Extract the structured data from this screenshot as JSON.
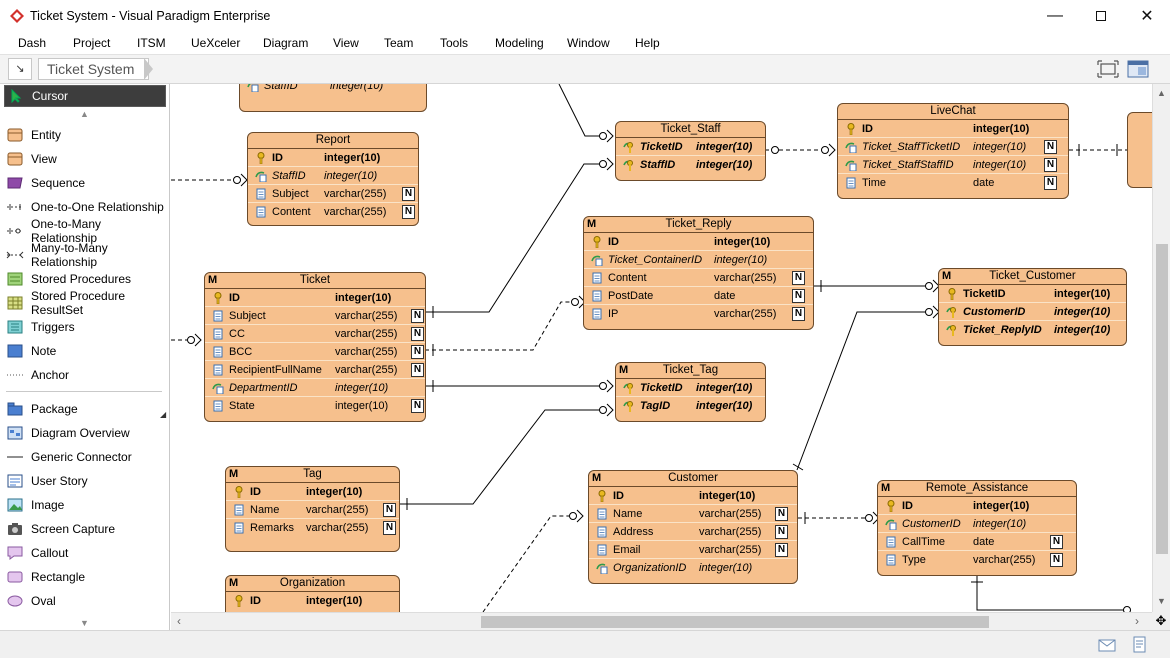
{
  "window": {
    "title": "Ticket System - Visual Paradigm Enterprise"
  },
  "menu": [
    "Dash",
    "Project",
    "ITSM",
    "UeXceler",
    "Diagram",
    "View",
    "Team",
    "Tools",
    "Modeling",
    "Window",
    "Help"
  ],
  "breadcrumb": {
    "label": "Ticket System"
  },
  "palette": [
    {
      "label": "Cursor",
      "icon": "cursor-icon",
      "selected": true
    },
    {
      "label": "Entity",
      "icon": "entity-icon"
    },
    {
      "label": "View",
      "icon": "view-icon"
    },
    {
      "label": "Sequence",
      "icon": "sequence-icon"
    },
    {
      "label": "One-to-One Relationship",
      "icon": "one-to-one-icon"
    },
    {
      "label": "One-to-Many Relationship",
      "icon": "one-to-many-icon"
    },
    {
      "label": "Many-to-Many Relationship",
      "icon": "many-to-many-icon"
    },
    {
      "label": "Stored Procedures",
      "icon": "stored-procedures-icon"
    },
    {
      "label": "Stored Procedure ResultSet",
      "icon": "resultset-icon"
    },
    {
      "label": "Triggers",
      "icon": "triggers-icon"
    },
    {
      "label": "Note",
      "icon": "note-icon"
    },
    {
      "label": "Anchor",
      "icon": "anchor-icon"
    },
    {
      "label": "Package",
      "icon": "package-icon"
    },
    {
      "label": "Diagram Overview",
      "icon": "diagram-overview-icon"
    },
    {
      "label": "Generic Connector",
      "icon": "generic-connector-icon"
    },
    {
      "label": "User Story",
      "icon": "user-story-icon"
    },
    {
      "label": "Image",
      "icon": "image-icon"
    },
    {
      "label": "Screen Capture",
      "icon": "screen-capture-icon"
    },
    {
      "label": "Callout",
      "icon": "callout-icon"
    },
    {
      "label": "Rectangle",
      "icon": "rectangle-icon"
    },
    {
      "label": "Oval",
      "icon": "oval-icon"
    }
  ],
  "entities": {
    "stafftop": {
      "title": "",
      "m": false,
      "rows": [
        {
          "k": "fk",
          "n": "StaffID",
          "t": "integer(10)",
          "nn": false
        }
      ]
    },
    "report": {
      "title": "Report",
      "m": false,
      "rows": [
        {
          "k": "pk",
          "n": "ID",
          "t": "integer(10)",
          "nn": false
        },
        {
          "k": "fk",
          "n": "StaffID",
          "t": "integer(10)",
          "nn": false
        },
        {
          "k": "col",
          "n": "Subject",
          "t": "varchar(255)",
          "nn": true
        },
        {
          "k": "col",
          "n": "Content",
          "t": "varchar(255)",
          "nn": true
        }
      ]
    },
    "ticket": {
      "title": "Ticket",
      "m": true,
      "rows": [
        {
          "k": "pk",
          "n": "ID",
          "t": "integer(10)",
          "nn": false
        },
        {
          "k": "col",
          "n": "Subject",
          "t": "varchar(255)",
          "nn": true
        },
        {
          "k": "col",
          "n": "CC",
          "t": "varchar(255)",
          "nn": true
        },
        {
          "k": "col",
          "n": "BCC",
          "t": "varchar(255)",
          "nn": true
        },
        {
          "k": "col",
          "n": "RecipientFullName",
          "t": "varchar(255)",
          "nn": true
        },
        {
          "k": "fk",
          "n": "DepartmentID",
          "t": "integer(10)",
          "nn": false
        },
        {
          "k": "col",
          "n": "State",
          "t": "integer(10)",
          "nn": true
        }
      ]
    },
    "tag": {
      "title": "Tag",
      "m": true,
      "rows": [
        {
          "k": "pk",
          "n": "ID",
          "t": "integer(10)",
          "nn": false
        },
        {
          "k": "col",
          "n": "Name",
          "t": "varchar(255)",
          "nn": true
        },
        {
          "k": "col",
          "n": "Remarks",
          "t": "varchar(255)",
          "nn": true
        }
      ]
    },
    "organization": {
      "title": "Organization",
      "m": true,
      "rows": [
        {
          "k": "pk",
          "n": "ID",
          "t": "integer(10)",
          "nn": false
        }
      ]
    },
    "ticket_staff": {
      "title": "Ticket_Staff",
      "m": false,
      "rows": [
        {
          "k": "pkfk",
          "n": "TicketID",
          "t": "integer(10)",
          "nn": false
        },
        {
          "k": "pkfk",
          "n": "StaffID",
          "t": "integer(10)",
          "nn": false
        }
      ]
    },
    "livechat": {
      "title": "LiveChat",
      "m": false,
      "rows": [
        {
          "k": "pk",
          "n": "ID",
          "t": "integer(10)",
          "nn": false
        },
        {
          "k": "fk",
          "n": "Ticket_StaffTicketID",
          "t": "integer(10)",
          "nn": true
        },
        {
          "k": "fk",
          "n": "Ticket_StaffStaffID",
          "t": "integer(10)",
          "nn": true
        },
        {
          "k": "col",
          "n": "Time",
          "t": "date",
          "nn": true
        }
      ]
    },
    "ticket_reply": {
      "title": "Ticket_Reply",
      "m": true,
      "rows": [
        {
          "k": "pk",
          "n": "ID",
          "t": "integer(10)",
          "nn": false
        },
        {
          "k": "fk",
          "n": "Ticket_ContainerID",
          "t": "integer(10)",
          "nn": false
        },
        {
          "k": "col",
          "n": "Content",
          "t": "varchar(255)",
          "nn": true
        },
        {
          "k": "col",
          "n": "PostDate",
          "t": "date",
          "nn": true
        },
        {
          "k": "col",
          "n": "IP",
          "t": "varchar(255)",
          "nn": true
        }
      ]
    },
    "ticket_customer": {
      "title": "Ticket_Customer",
      "m": true,
      "rows": [
        {
          "k": "pk",
          "n": "TicketID",
          "t": "integer(10)",
          "nn": false
        },
        {
          "k": "pkfk",
          "n": "CustomerID",
          "t": "integer(10)",
          "nn": false
        },
        {
          "k": "pkfk",
          "n": "Ticket_ReplyID",
          "t": "integer(10)",
          "nn": false
        }
      ]
    },
    "ticket_tag": {
      "title": "Ticket_Tag",
      "m": true,
      "rows": [
        {
          "k": "pkfk",
          "n": "TicketID",
          "t": "integer(10)",
          "nn": false
        },
        {
          "k": "pkfk",
          "n": "TagID",
          "t": "integer(10)",
          "nn": false
        }
      ]
    },
    "customer": {
      "title": "Customer",
      "m": true,
      "rows": [
        {
          "k": "pk",
          "n": "ID",
          "t": "integer(10)",
          "nn": false
        },
        {
          "k": "col",
          "n": "Name",
          "t": "varchar(255)",
          "nn": true
        },
        {
          "k": "col",
          "n": "Address",
          "t": "varchar(255)",
          "nn": true
        },
        {
          "k": "col",
          "n": "Email",
          "t": "varchar(255)",
          "nn": true
        },
        {
          "k": "fk",
          "n": "OrganizationID",
          "t": "integer(10)",
          "nn": false
        }
      ]
    },
    "remote_assistance": {
      "title": "Remote_Assistance",
      "m": true,
      "rows": [
        {
          "k": "pk",
          "n": "ID",
          "t": "integer(10)",
          "nn": false
        },
        {
          "k": "fk",
          "n": "CustomerID",
          "t": "integer(10)",
          "nn": false
        },
        {
          "k": "col",
          "n": "CallTime",
          "t": "date",
          "nn": true
        },
        {
          "k": "col",
          "n": "Type",
          "t": "varchar(255)",
          "nn": true
        }
      ]
    }
  },
  "null_marker": "N",
  "m_marker": "M",
  "colors": {
    "entity_fill": "#f6c08d",
    "entity_border": "#6b4a2a",
    "selected": "#3d3d3d"
  }
}
